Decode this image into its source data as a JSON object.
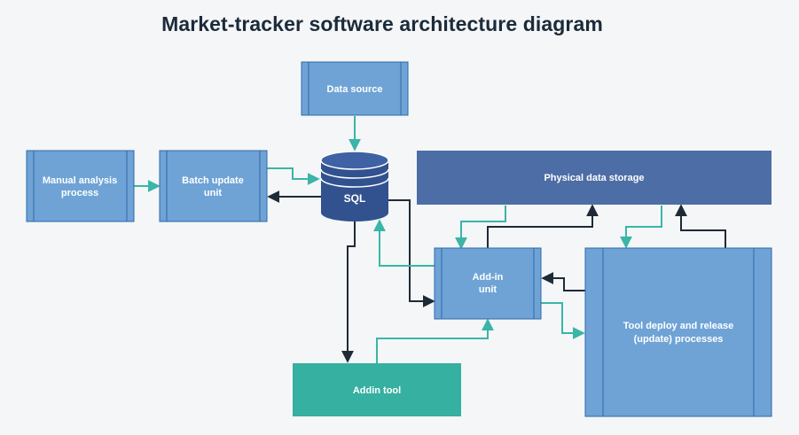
{
  "title": "Market-tracker software architecture diagram",
  "nodes": {
    "data_source": {
      "label": "Data source"
    },
    "manual_analysis": {
      "line1": "Manual analysis",
      "line2": "process"
    },
    "batch_update": {
      "line1": "Batch update",
      "line2": "unit"
    },
    "sql": {
      "label": "SQL"
    },
    "physical_storage": {
      "label": "Physical data storage"
    },
    "addin_unit": {
      "line1": "Add-in",
      "line2": "unit"
    },
    "tool_deploy": {
      "line1": "Tool deploy and release",
      "line2": "(update) processes"
    },
    "addin_tool": {
      "label": "Addin tool"
    }
  },
  "colors": {
    "box_light": "#6fa3d6",
    "box_border": "#2e6aa8",
    "box_dark": "#4d6da6",
    "db_fill": "#32528f",
    "teal_box": "#36b0a0",
    "teal_arrow": "#3ab5a8",
    "dark_arrow": "#1f2a38"
  }
}
